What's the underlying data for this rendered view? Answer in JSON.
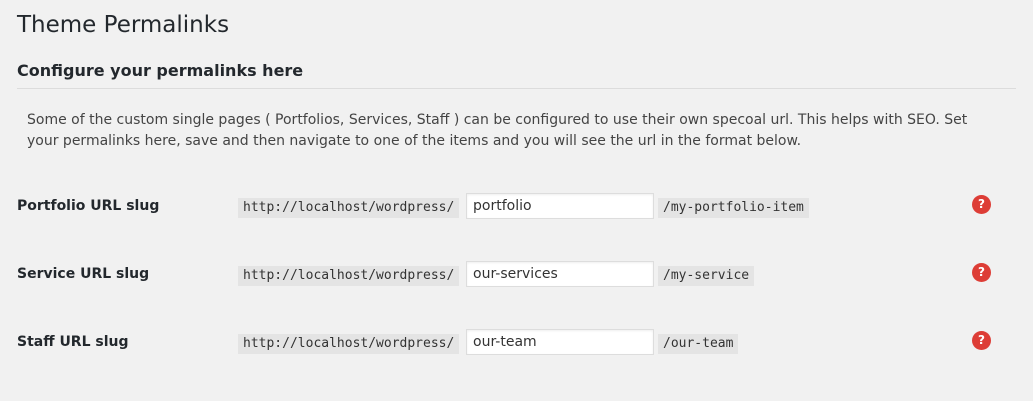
{
  "page": {
    "title": "Theme Permalinks",
    "section_heading": "Configure your permalinks here",
    "description": "Some of the custom single pages ( Portfolios, Services, Staff ) can be configured to use their own specoal url. This helps with SEO. Set your permalinks here, save and then navigate to one of the items and you will see the url in the format below."
  },
  "rows": [
    {
      "label": "Portfolio URL slug",
      "prefix": "http://localhost/wordpress/",
      "value": "portfolio",
      "suffix": "/my-portfolio-item",
      "help_icon": "question-mark-icon"
    },
    {
      "label": "Service URL slug",
      "prefix": "http://localhost/wordpress/",
      "value": "our-services",
      "suffix": "/my-service",
      "help_icon": "question-mark-icon"
    },
    {
      "label": "Staff URL slug",
      "prefix": "http://localhost/wordpress/",
      "value": "our-team",
      "suffix": "/our-team",
      "help_icon": "question-mark-icon"
    }
  ],
  "help_glyph": "?",
  "colors": {
    "background": "#f1f1f1",
    "help_icon": "#dd3d36",
    "code_background": "#e4e4e4"
  }
}
